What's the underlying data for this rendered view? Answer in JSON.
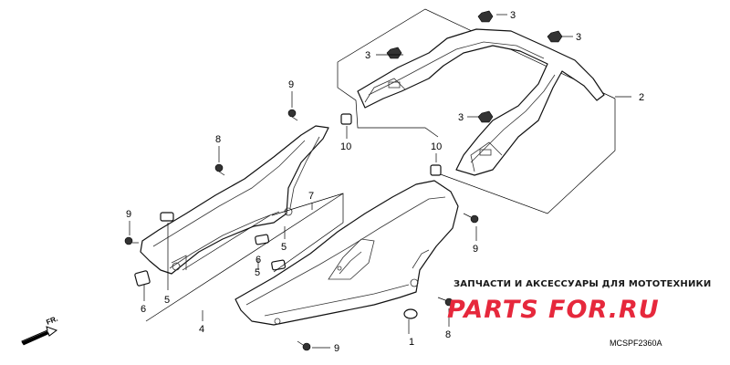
{
  "diagram": {
    "callouts": {
      "c1": "1",
      "c2": "2",
      "c3a": "3",
      "c3b": "3",
      "c3c": "3",
      "c3d": "3",
      "c4": "4",
      "c5a": "5",
      "c5b": "5",
      "c5c": "5",
      "c6a": "6",
      "c6b": "6",
      "c7": "7",
      "c8a": "8",
      "c8b": "8",
      "c9a": "9",
      "c9b": "9",
      "c9c": "9",
      "c9d": "9",
      "c10a": "10",
      "c10b": "10"
    },
    "direction_label": "FR.",
    "drawing_code": "MCSPF2360A"
  },
  "watermark": {
    "tagline": "ЗАПЧАСТИ И АКСЕССУАРЫ ДЛЯ МОТОТЕХНИКИ",
    "logo": "PARTS FOR.RU"
  }
}
